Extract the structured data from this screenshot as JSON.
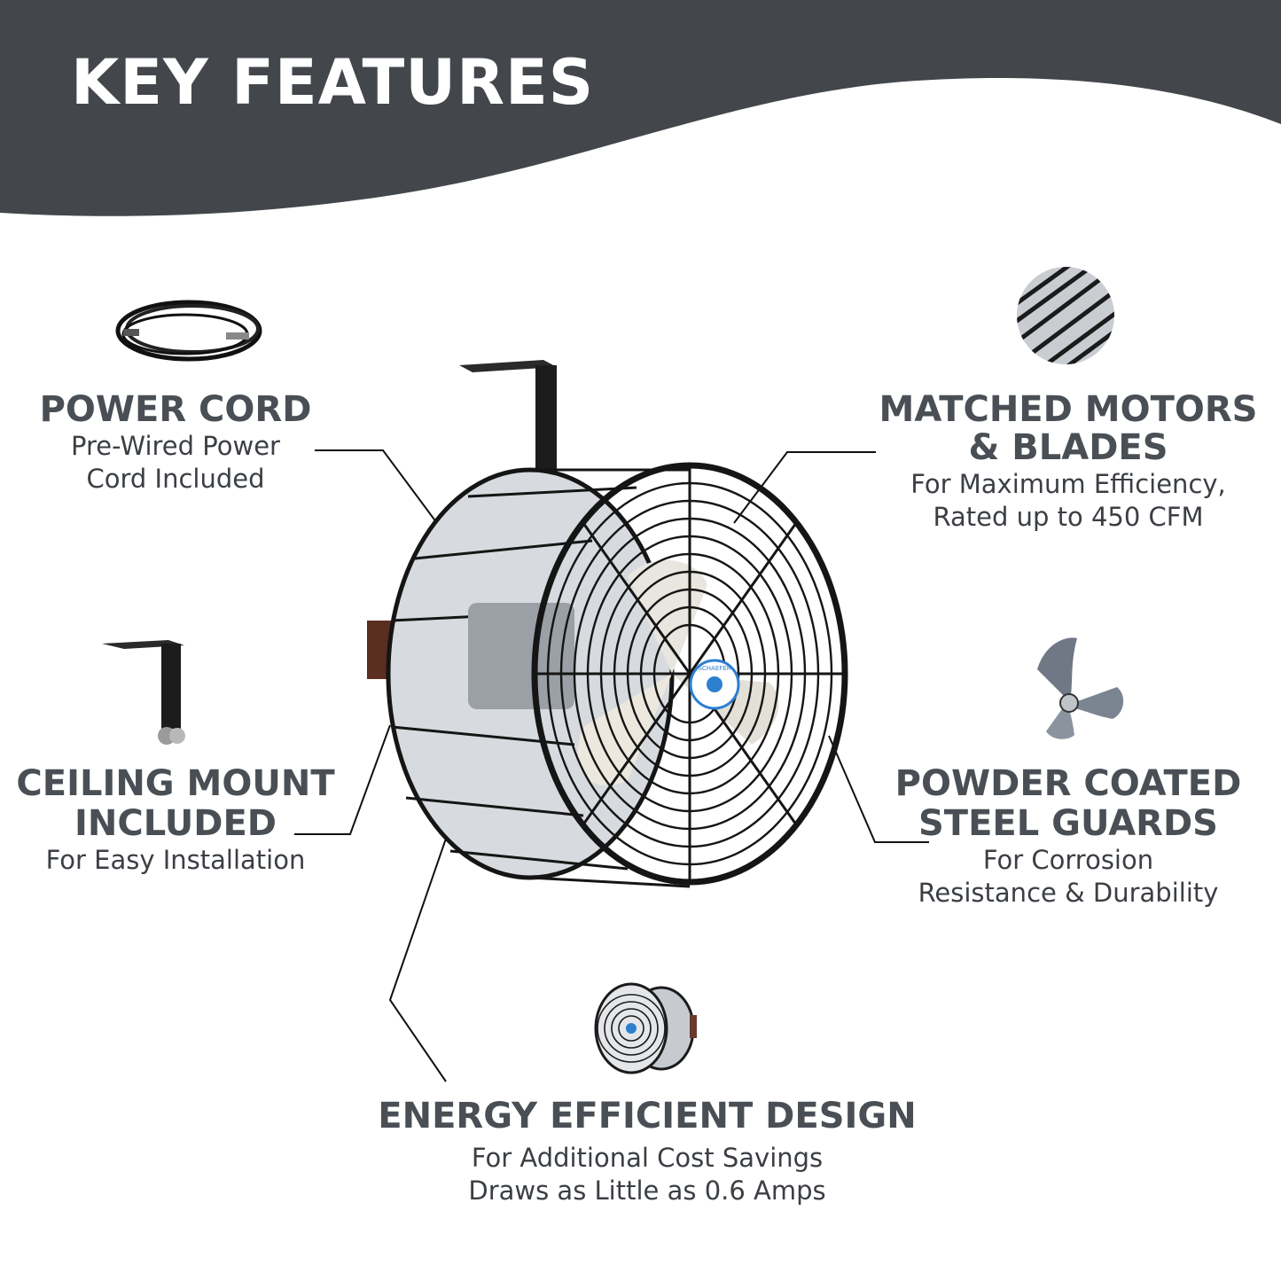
{
  "header": {
    "title": "KEY FEATURES",
    "bg_color": "#43474c"
  },
  "features": {
    "power_cord": {
      "title": "POWER CORD",
      "desc_1": "Pre-Wired Power",
      "desc_2": "Cord Included",
      "icon": "power-cord-icon"
    },
    "motors_blades": {
      "title_1": "MATCHED MOTORS",
      "title_2": "& BLADES",
      "desc_1": "For Maximum Efficiency,",
      "desc_2": "Rated up to 450 CFM",
      "icon": "fan-blades-closeup-icon"
    },
    "ceiling_mount": {
      "title_1": "CEILING MOUNT",
      "title_2": "INCLUDED",
      "desc_1": "For Easy Installation",
      "icon": "ceiling-bracket-icon"
    },
    "guards": {
      "title_1": "POWDER COATED",
      "title_2": "STEEL GUARDS",
      "desc_1": "For Corrosion",
      "desc_2": "Resistance & Durability",
      "icon": "propeller-blade-icon"
    },
    "energy": {
      "title": "ENERGY EFFICIENT DESIGN",
      "desc_1": "For Additional Cost Savings",
      "desc_2": "Draws as Little as 0.6 Amps",
      "icon": "small-fan-icon"
    }
  },
  "product": {
    "badge_text": "SCHAEFER",
    "guard_color": "#1b1b1b",
    "badge_color": "#2d7fd0"
  }
}
